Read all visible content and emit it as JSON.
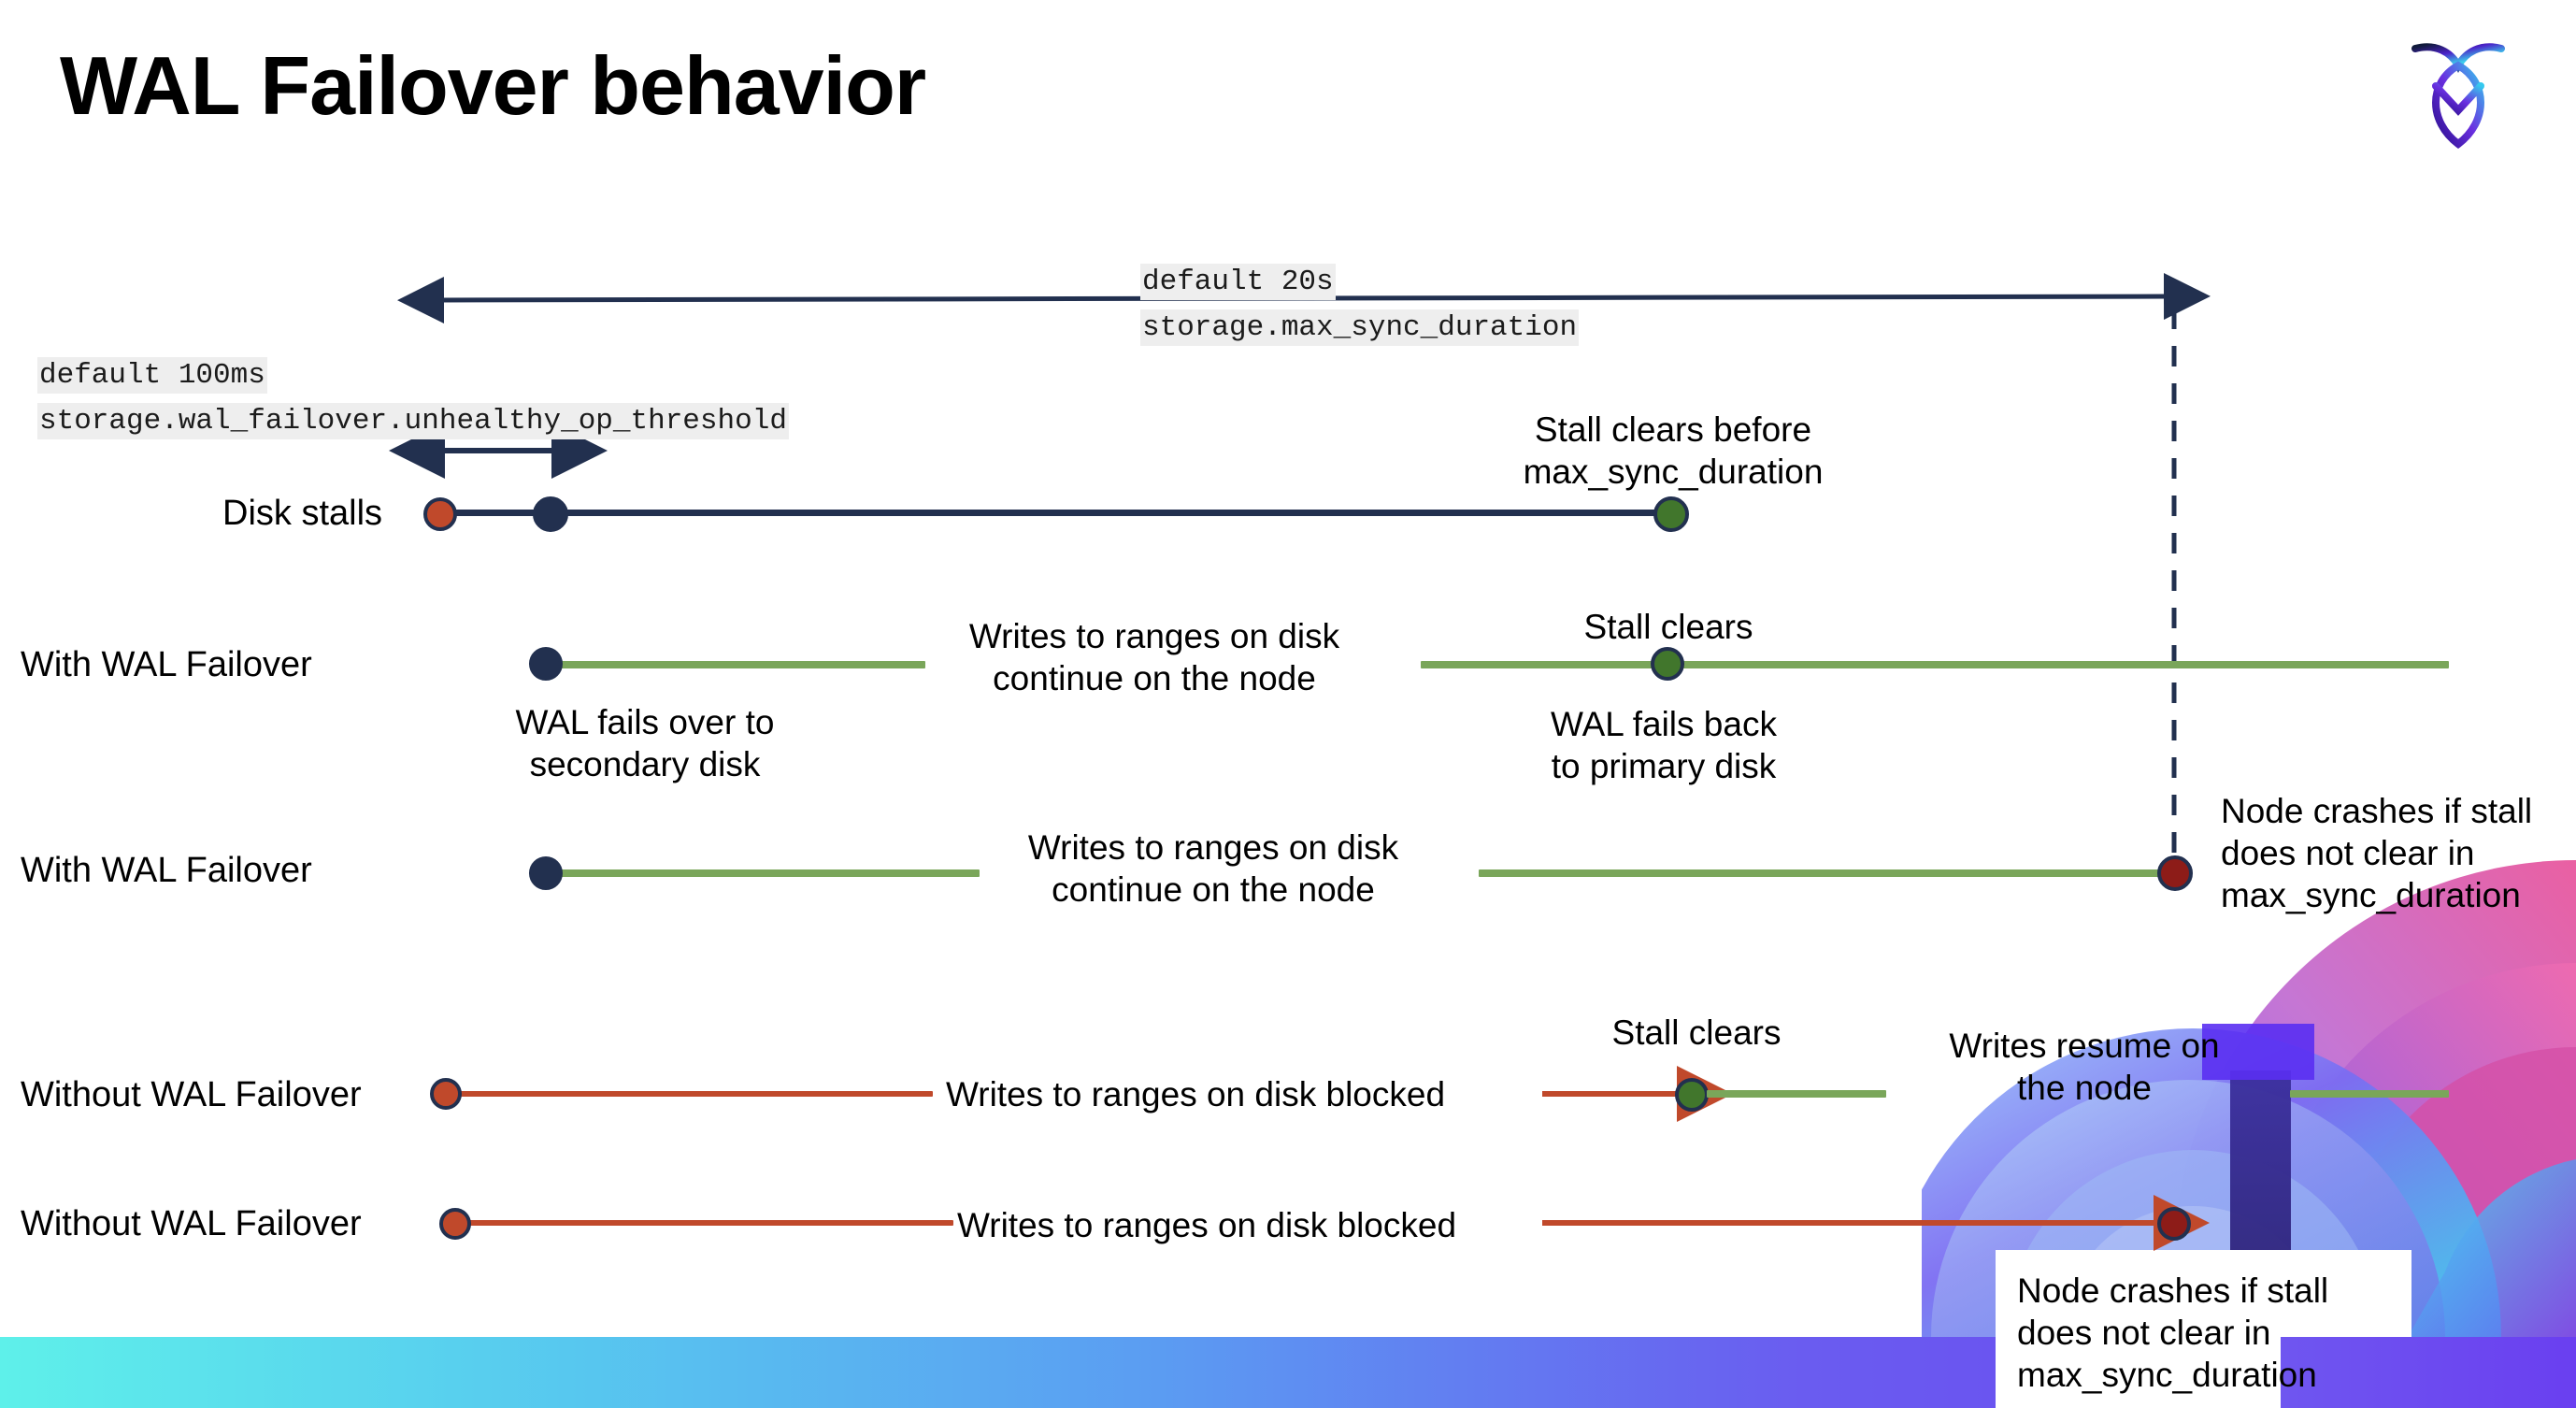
{
  "slide": {
    "title": "WAL Failover behavior",
    "logo_name": "cockroachdb-logo"
  },
  "annotations": {
    "max_sync": {
      "line1": "default 20s",
      "line2": "storage.max_sync_duration"
    },
    "unhealthy_threshold": {
      "line1": "default 100ms",
      "line2": "storage.wal_failover.unhealthy_op_threshold"
    }
  },
  "rows": [
    {
      "label": "Disk stalls",
      "notes": [
        "Stall clears before\nmax_sync_duration"
      ]
    },
    {
      "label": "With WAL Failover",
      "notes": [
        "Writes to ranges on disk\ncontinue on the node",
        "Stall clears",
        "WAL fails over to\nsecondary disk",
        "WAL fails  back\nto primary disk"
      ]
    },
    {
      "label": "With WAL Failover",
      "notes": [
        "Writes to ranges on disk\ncontinue on the node",
        "Node crashes if stall\ndoes not clear in\nmax_sync_duration"
      ]
    },
    {
      "label": "Without WAL Failover",
      "notes": [
        "Writes to ranges on disk  blocked",
        "Stall clears",
        "Writes resume on\nthe node"
      ]
    },
    {
      "label": "Without WAL Failover",
      "notes": [
        "Writes to ranges on disk  blocked",
        "Node crashes if stall\ndoes not clear in\nmax_sync_duration"
      ]
    }
  ],
  "colors": {
    "navy": "#22304f",
    "green_line": "#7aa65a",
    "green_dot": "#41762c",
    "orange": "#c0492b",
    "dark_red": "#8d1c18",
    "chip_bg": "#eeeeee",
    "bar_left": "#5ef0ea",
    "bar_right": "#6a3ff0"
  }
}
